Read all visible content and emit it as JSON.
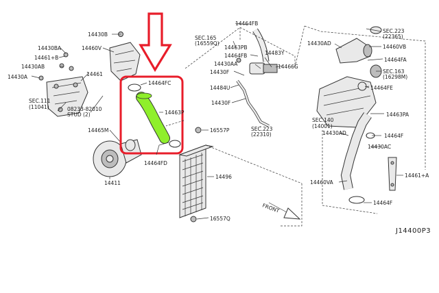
{
  "labels": {
    "l14430b": "14430B",
    "l14430ba": "14430BA",
    "l14461b": "14461+B",
    "l14430ab": "14430AB",
    "l14430a": "14430A",
    "l14460v": "14460V",
    "l14461": "14461",
    "sec111": "SEC.111",
    "sec111n": "(11041)",
    "l08233": "08233-82010",
    "stud": "STUD (2)",
    "l14465m": "14465M",
    "l14411": "14411",
    "l14464fc": "14464FC",
    "l14463p": "14463P",
    "l14464fd": "14464FD",
    "l16557p": "16557P",
    "l14496": "14496",
    "l16557q": "16557Q",
    "sec165": "SEC.165",
    "sec165n": "(16559Q)",
    "l14464fb": "14464FB",
    "l14463pb": "14463PB",
    "l14464fb2": "14464FB",
    "l14483y": "14483Y",
    "l14430aa": "14430AA",
    "l14466g": "14466G",
    "l14430f": "14430F",
    "l14484u": "14484U",
    "l14430f2": "14430F",
    "sec223b": "SEC.223",
    "sec223bn": "(22310)",
    "front": "FRONT",
    "l14430ad": "14430AD",
    "sec223": "SEC.223",
    "sec223n": "(22365)",
    "l14460vb": "14460VB",
    "l14464fa": "14464FA",
    "sec163": "SEC.163",
    "sec163n": "(16298M)",
    "l14464fe": "14464FE",
    "l14463pa": "14463PA",
    "sec140": "SEC.140",
    "sec140n": "(14001)",
    "l14430ad2": "14430AD",
    "l14464f": "14464F",
    "l14430ac": "14430AC",
    "l14461a": "14461+A",
    "l14460va": "14460VA",
    "l14464f2": "14464F",
    "code": "J14400P3"
  },
  "colors": {
    "highlight_box": "#e81d2a",
    "arrow": "#e81d2a",
    "hose": "#8fef2b"
  },
  "icons": [
    "arrow-down-icon",
    "front-arrow-icon"
  ]
}
